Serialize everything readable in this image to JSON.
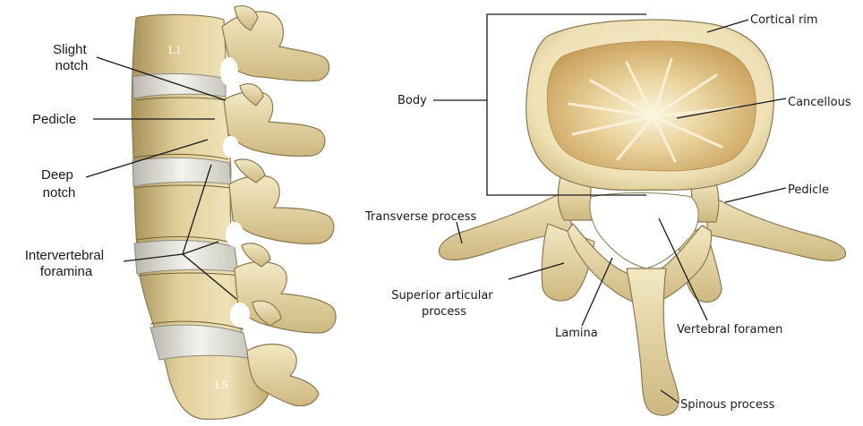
{
  "left_figure": {
    "vertebra_top_label": "L1",
    "vertebra_bottom_label": "L5",
    "labels": {
      "slight_notch": [
        "Slight",
        "notch"
      ],
      "pedicle": "Pedicle",
      "deep_notch": [
        "Deep",
        "notch"
      ],
      "intervertebral_foramina": [
        "Intervertebral",
        "foramina"
      ]
    }
  },
  "right_figure": {
    "labels": {
      "cortical_rim": "Cortical rim",
      "body": "Body",
      "cancellous": "Cancellous",
      "pedicle": "Pedicle",
      "transverse_process": "Transverse process",
      "superior_articular_process": [
        "Superior articular",
        "process"
      ],
      "lamina": "Lamina",
      "vertebral_foramen": "Vertebral foramen",
      "spinous_process": "Spinous process"
    }
  },
  "colors": {
    "bone": "#e8d9a8",
    "bone_shadow": "#b9a46d",
    "bone_light": "#f4ebc9",
    "disc": "#e9e8e0",
    "cancellous": "#d4b57a",
    "line": "#1a1a1a"
  }
}
